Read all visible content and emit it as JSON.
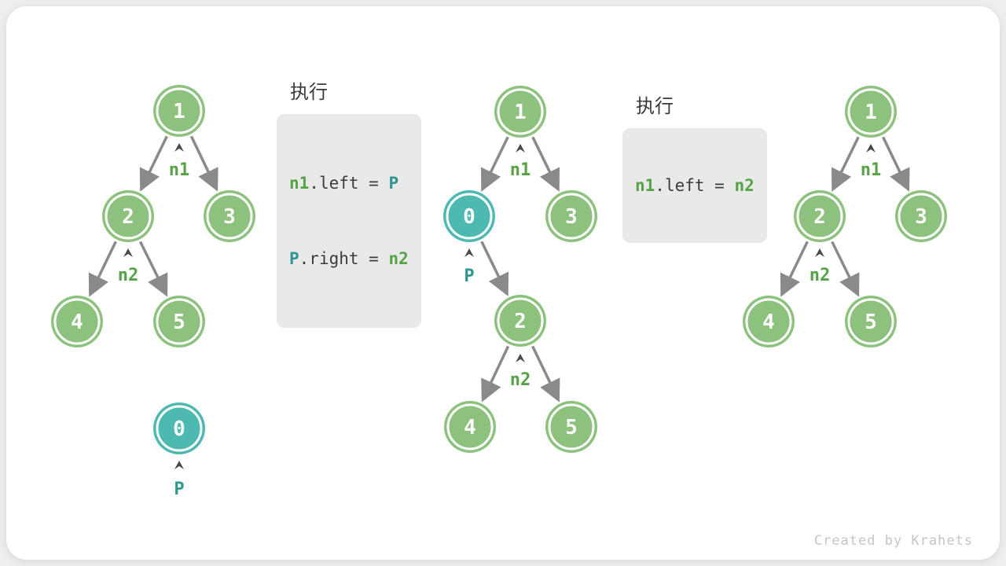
{
  "page": {
    "watermark": "Created by Krahets"
  },
  "colors": {
    "background": "#eeeeee",
    "card": "#ffffff",
    "node_green": "#8cc17e",
    "node_teal": "#4db9b1",
    "label_green": "#55a344",
    "label_teal": "#2e988f",
    "edge_gray": "#8a8a8a",
    "block_arrow_gray": "#bdbdbd",
    "code_box_bg": "#e9e9e9",
    "code_text": "#3b3b3b"
  },
  "code_blocks": [
    {
      "label": "执行",
      "lines": [
        {
          "seg1": "n1",
          "seg2": ".left = ",
          "seg3": "P"
        },
        {
          "seg1": "P",
          "seg2": ".right = ",
          "seg3": "n2"
        }
      ]
    },
    {
      "label": "执行",
      "lines": [
        {
          "seg1": "n1",
          "seg2": ".left = ",
          "seg3": "n2"
        }
      ]
    }
  ],
  "trees": [
    {
      "name": "before-insertion",
      "nodes": [
        {
          "value": "1"
        },
        {
          "value": "2"
        },
        {
          "value": "3"
        },
        {
          "value": "4"
        },
        {
          "value": "5"
        },
        {
          "value": "0"
        }
      ],
      "labels": [
        {
          "text": "n1"
        },
        {
          "text": "n2"
        },
        {
          "text": "P"
        }
      ]
    },
    {
      "name": "during-insertion",
      "nodes": [
        {
          "value": "1"
        },
        {
          "value": "0"
        },
        {
          "value": "3"
        },
        {
          "value": "2"
        },
        {
          "value": "4"
        },
        {
          "value": "5"
        }
      ],
      "labels": [
        {
          "text": "n1"
        },
        {
          "text": "P"
        },
        {
          "text": "n2"
        }
      ]
    },
    {
      "name": "after-removal",
      "nodes": [
        {
          "value": "1"
        },
        {
          "value": "2"
        },
        {
          "value": "3"
        },
        {
          "value": "4"
        },
        {
          "value": "5"
        }
      ],
      "labels": [
        {
          "text": "n1"
        },
        {
          "text": "n2"
        }
      ]
    }
  ]
}
